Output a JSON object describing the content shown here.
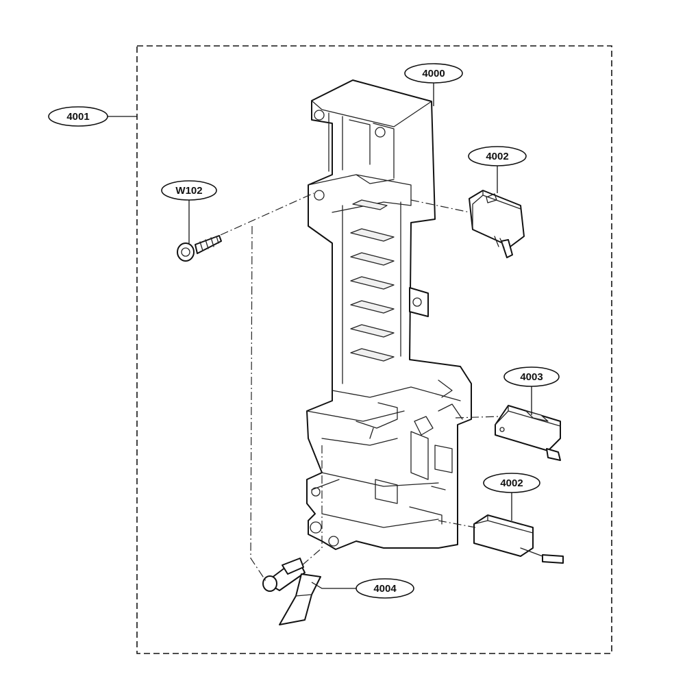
{
  "diagram": {
    "callouts": {
      "assembly": "4001",
      "frame": "4000",
      "switch_top": "4002",
      "screw": "W102",
      "switch_middle": "4003",
      "switch_bottom": "4002",
      "lever": "4004"
    },
    "line_color": "#111111",
    "background_color": "#ffffff"
  }
}
